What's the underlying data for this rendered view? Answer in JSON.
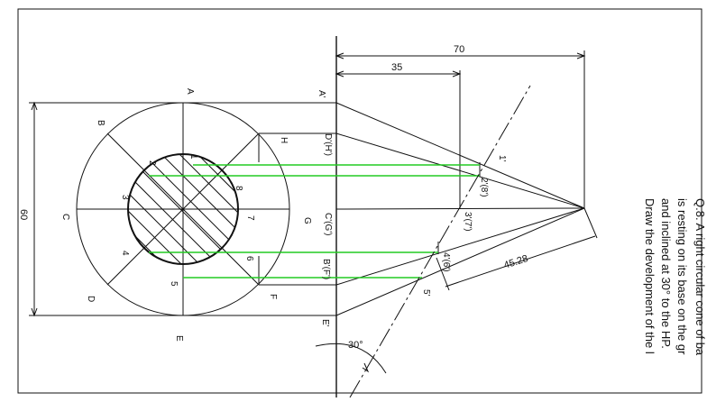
{
  "drawing": {
    "dimensions": {
      "total_width": "70",
      "inner_width": "35",
      "diameter": "60",
      "slant": "45.28",
      "angle": "30°"
    },
    "plan_labels": {
      "A": "A",
      "B": "B",
      "C": "C",
      "D": "D",
      "E": "E",
      "F": "F",
      "G": "G",
      "H": "H",
      "p1": "1",
      "p2": "2",
      "p3": "3",
      "p4": "4",
      "p5": "5",
      "p6": "6",
      "p7": "7",
      "p8": "8"
    },
    "elevation_labels": {
      "a_prime": "A'",
      "dh": "D'(H')",
      "cg": "C'(G')",
      "bf": "B'(F')",
      "e_prime": "E'",
      "q1": "1'",
      "q28": "2'(8')",
      "q37": "3'(7')",
      "q46": "4'(6')",
      "q5": "5'"
    },
    "problem_text": [
      "Q.8. A right circular cone of ba",
      "is resting on its base on the gr",
      "and inclined at 30° to the HP. ",
      "Draw the development of the l"
    ],
    "colors": {
      "line": "#111111",
      "projector": "#22cc22"
    }
  }
}
